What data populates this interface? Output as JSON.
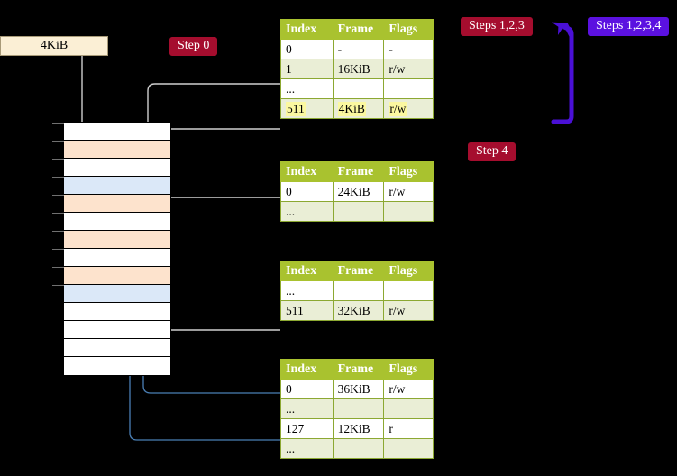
{
  "diagram": {
    "title": "multi-level page table walk",
    "background_color": "#000000",
    "memory_box_label": "4KiB"
  },
  "badges": [
    {
      "id": "step0",
      "label": "Step 0",
      "color": "#a50d2e"
    },
    {
      "id": "steps123",
      "label": "Steps 1,2,3",
      "color": "#a50d2e"
    },
    {
      "id": "steps1234",
      "label": "Steps 1,2,3,4",
      "color": "#5b11e0"
    },
    {
      "id": "step4",
      "label": "Step 4",
      "color": "#a50d2e"
    }
  ],
  "table_headers": {
    "index": "Index",
    "frame": "Frame",
    "flags": "Flags"
  },
  "tables": [
    {
      "id": "pml4",
      "rows": [
        {
          "index": "0",
          "frame": "-",
          "flags": "-",
          "alt": false,
          "highlight": false
        },
        {
          "index": "1",
          "frame": "16KiB",
          "flags": "r/w",
          "alt": true,
          "highlight": false
        },
        {
          "index": "...",
          "frame": "",
          "flags": "",
          "alt": false,
          "highlight": false
        },
        {
          "index": "511",
          "frame": "4KiB",
          "flags": "r/w",
          "alt": true,
          "highlight": true
        }
      ]
    },
    {
      "id": "pdpt",
      "rows": [
        {
          "index": "0",
          "frame": "24KiB",
          "flags": "r/w",
          "alt": false,
          "highlight": false
        },
        {
          "index": "...",
          "frame": "",
          "flags": "",
          "alt": true,
          "highlight": false
        }
      ]
    },
    {
      "id": "pd",
      "rows": [
        {
          "index": "...",
          "frame": "",
          "flags": "",
          "alt": false,
          "highlight": false
        },
        {
          "index": "511",
          "frame": "32KiB",
          "flags": "r/w",
          "alt": true,
          "highlight": false
        }
      ]
    },
    {
      "id": "pt",
      "rows": [
        {
          "index": "0",
          "frame": "36KiB",
          "flags": "r/w",
          "alt": false,
          "highlight": false
        },
        {
          "index": "...",
          "frame": "",
          "flags": "",
          "alt": true,
          "highlight": false
        },
        {
          "index": "127",
          "frame": "12KiB",
          "flags": "r",
          "alt": false,
          "highlight": false
        },
        {
          "index": "...",
          "frame": "",
          "flags": "",
          "alt": true,
          "highlight": false
        }
      ]
    }
  ],
  "memory_blocks": [
    {
      "i": 0,
      "fill": "white"
    },
    {
      "i": 1,
      "fill": "orange"
    },
    {
      "i": 2,
      "fill": "white"
    },
    {
      "i": 3,
      "fill": "blue"
    },
    {
      "i": 4,
      "fill": "orange"
    },
    {
      "i": 5,
      "fill": "white"
    },
    {
      "i": 6,
      "fill": "orange"
    },
    {
      "i": 7,
      "fill": "white"
    },
    {
      "i": 8,
      "fill": "orange"
    },
    {
      "i": 9,
      "fill": "blue"
    },
    {
      "i": 10,
      "fill": "white"
    },
    {
      "i": 11,
      "fill": "white"
    },
    {
      "i": 12,
      "fill": "white"
    },
    {
      "i": 13,
      "fill": "white"
    }
  ],
  "colors": {
    "table_header_bg": "#a9c22f",
    "table_alt_row_bg": "#eaeed6",
    "highlight": "#fbf8a0",
    "memory_orange": "#fde3cd",
    "memory_blue": "#dbe8f8",
    "kib_box_bg": "#fbefd5",
    "gray_wire": "#c9c9c9",
    "blue_wire": "#4a7fb5",
    "purple_arrow": "#5b11e0"
  }
}
